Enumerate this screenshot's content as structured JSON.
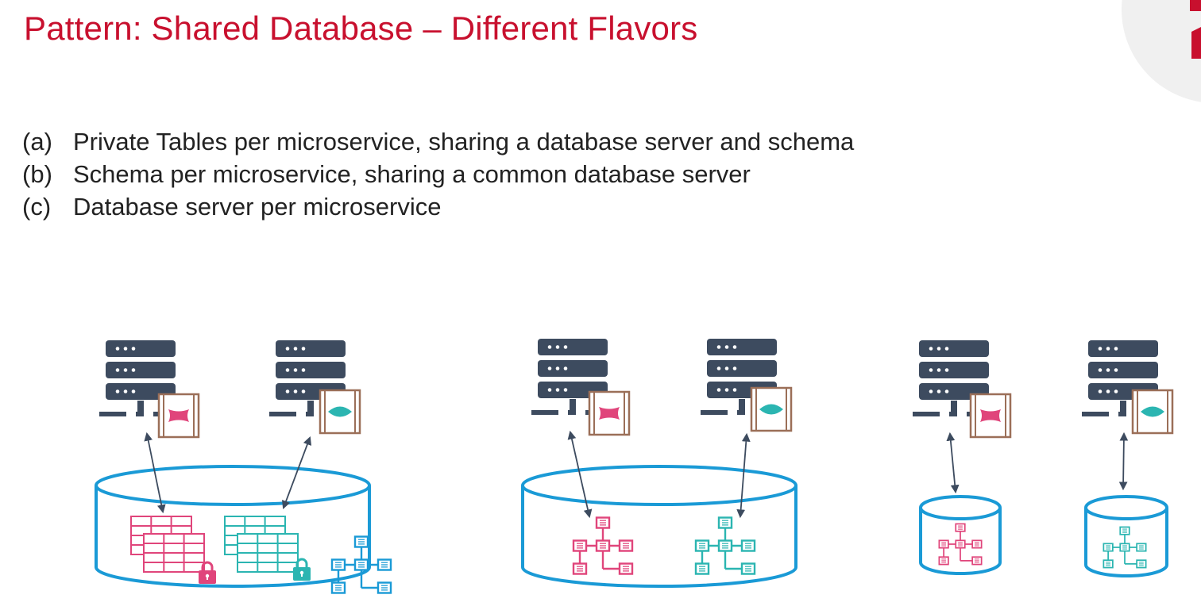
{
  "slide": {
    "title": "Pattern: Shared Database – Different Flavors",
    "options": [
      {
        "marker": "(a)",
        "text": "Private Tables per microservice, sharing a database server and schema"
      },
      {
        "marker": "(b)",
        "text": "Schema per microservice, sharing a common database server"
      },
      {
        "marker": "(c)",
        "text": "Database server per microservice"
      }
    ]
  },
  "colors": {
    "title": "#c8102e",
    "server": "#3d4b5f",
    "database": "#1a9ad6",
    "service_a": "#e0457b",
    "service_b": "#2bb5b1",
    "package": "#9b6f58",
    "schema_blue": "#1a9ad6",
    "logo_accent": "#c8102e"
  },
  "icons": {
    "server": "server-rack-icon",
    "microservice_package": "service-package-icon",
    "database": "database-cylinder-icon",
    "table": "table-grid-icon",
    "lock": "lock-icon",
    "schema": "schema-tree-icon"
  }
}
